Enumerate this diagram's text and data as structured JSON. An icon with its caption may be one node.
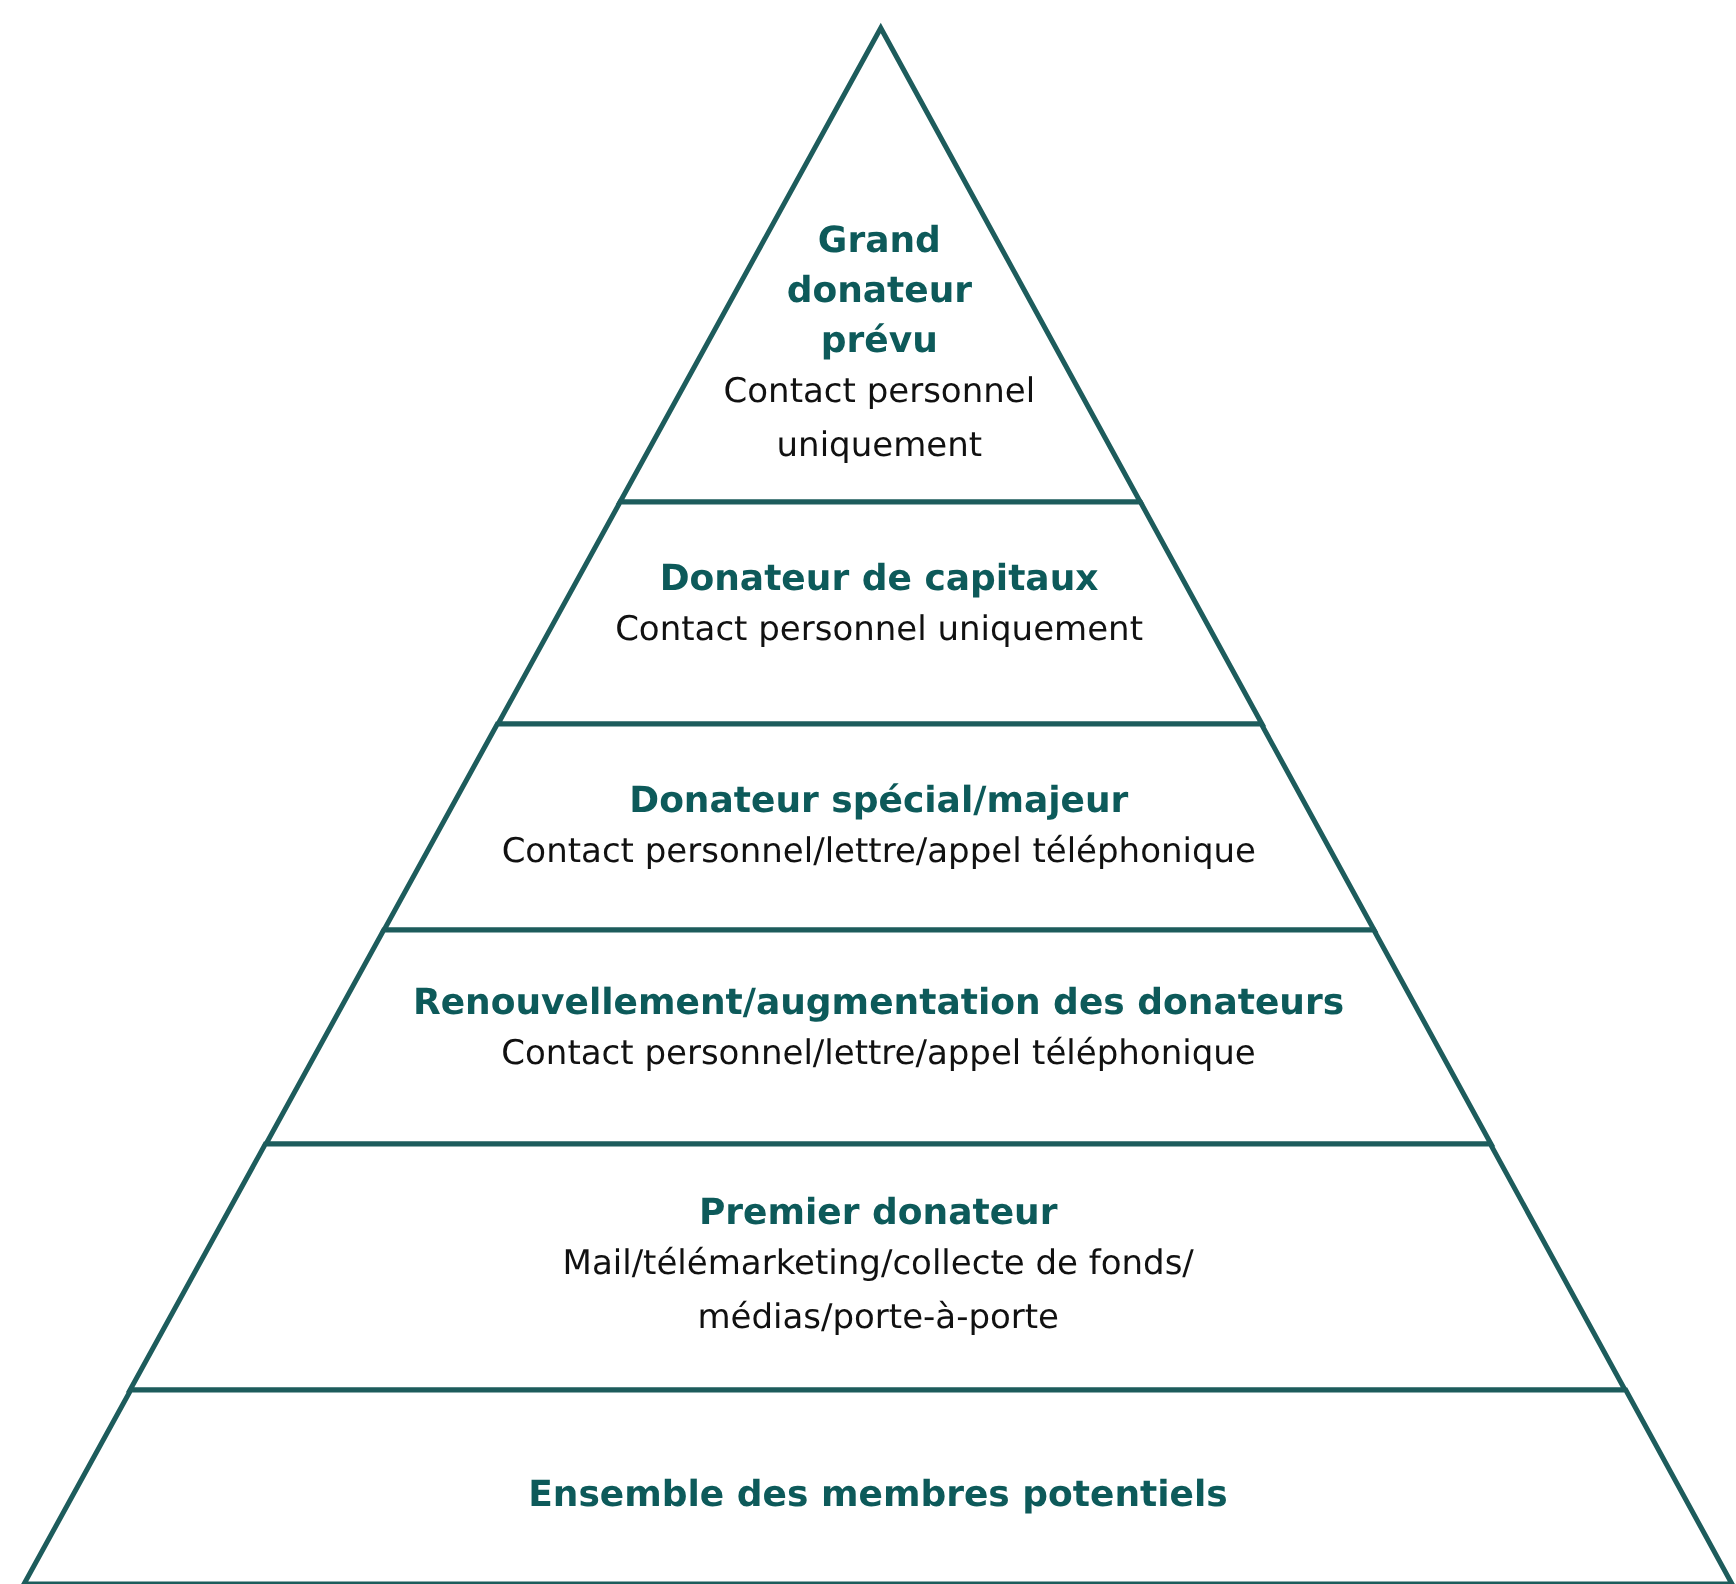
{
  "diagram": {
    "nodes": [
      {
        "text": [
          "Grand donateur prévu",
          "Contact personnel uniquement"
        ]
      },
      {
        "text": [
          "Donateur de capitaux",
          "Contact personnel uniquement"
        ]
      },
      {
        "text": [
          "Donateur spécial/majeur",
          "Contact personnel/lettre/appel téléphonique"
        ]
      },
      {
        "text": [
          "Renouvellement/augmentation des donateurs",
          "Contact personnel/lettre/appel téléphonique"
        ]
      },
      {
        "text": [
          "Premier donateur",
          "Mail/télémarketing/collecte de fonds/ médias/porte-à-porte"
        ]
      },
      {
        "text": [
          "Ensemble des membres potentiels"
        ]
      }
    ]
  }
}
